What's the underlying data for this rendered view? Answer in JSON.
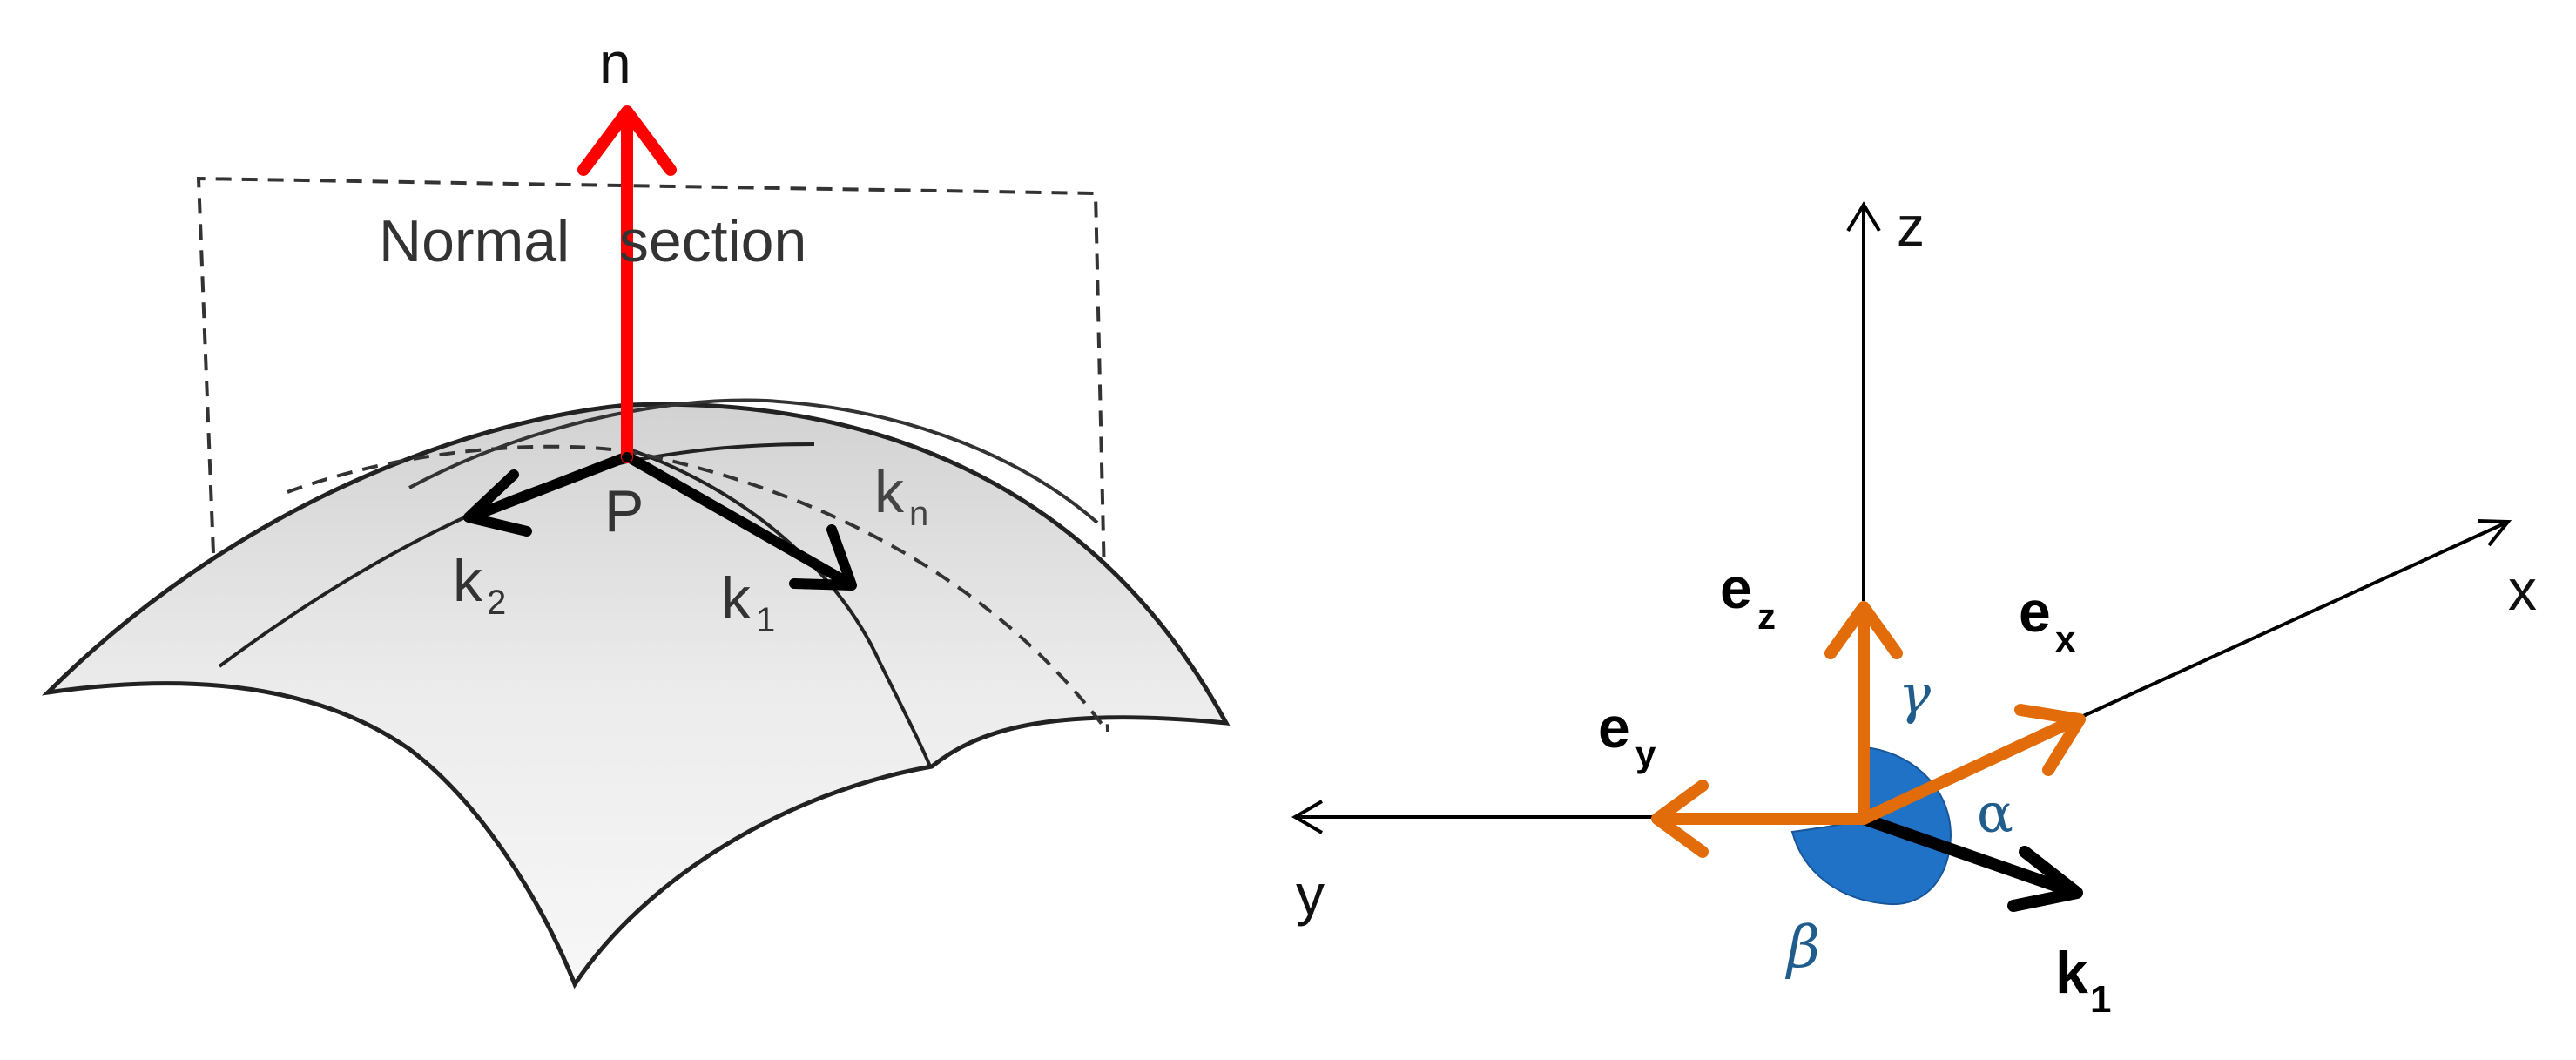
{
  "left_figure": {
    "normal_label": "n",
    "section_label": "Normal   section",
    "point_label": "P",
    "k1_label": "k",
    "k1_sub": "1",
    "k2_label": "k",
    "k2_sub": "2",
    "kn_label": "k",
    "kn_sub": "n"
  },
  "right_figure": {
    "axis_x_label": "x",
    "axis_y_label": "y",
    "axis_z_label": "z",
    "ex_label": "e",
    "ex_sub": "x",
    "ey_label": "e",
    "ey_sub": "y",
    "ez_label": "e",
    "ez_sub": "z",
    "k1_label": "k",
    "k1_sub": "1",
    "alpha_label": "α",
    "beta_label": "β",
    "gamma_label": "γ"
  },
  "colors": {
    "normal_vector": "#ff0000",
    "basis_vectors": "#e36c0a",
    "angle_marker": "#1f72c6",
    "angle_labels": "#215d8c",
    "curvature_vectors": "#000000",
    "surface_fill": "#e6e6e6"
  }
}
